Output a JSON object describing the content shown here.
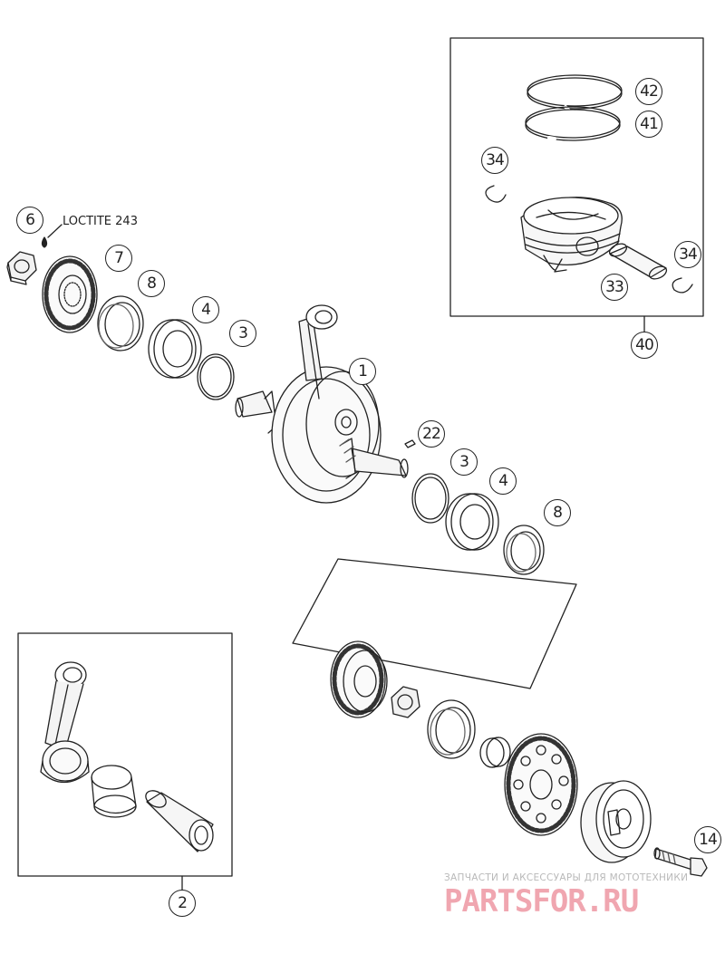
{
  "callouts": {
    "c1": "1",
    "c2": "2",
    "c3a": "3",
    "c3b": "3",
    "c4a": "4",
    "c4b": "4",
    "c6": "6",
    "c7": "7",
    "c8a": "8",
    "c8b": "8",
    "c14": "14",
    "c22": "22",
    "c33": "33",
    "c34a": "34",
    "c34b": "34",
    "c40": "40",
    "c41": "41",
    "c42": "42"
  },
  "note_loctite": "LOCTITE 243",
  "watermark": {
    "tagline": "ЗАПЧАСТИ И АКСЕССУАРЫ ДЛЯ МОТОТЕХНИКИ",
    "logo_text": "PARTSFOR.RU"
  },
  "colors": {
    "line": "#222222",
    "watermark_logo": "#f0a6b0",
    "watermark_text": "#b9b9b9"
  }
}
